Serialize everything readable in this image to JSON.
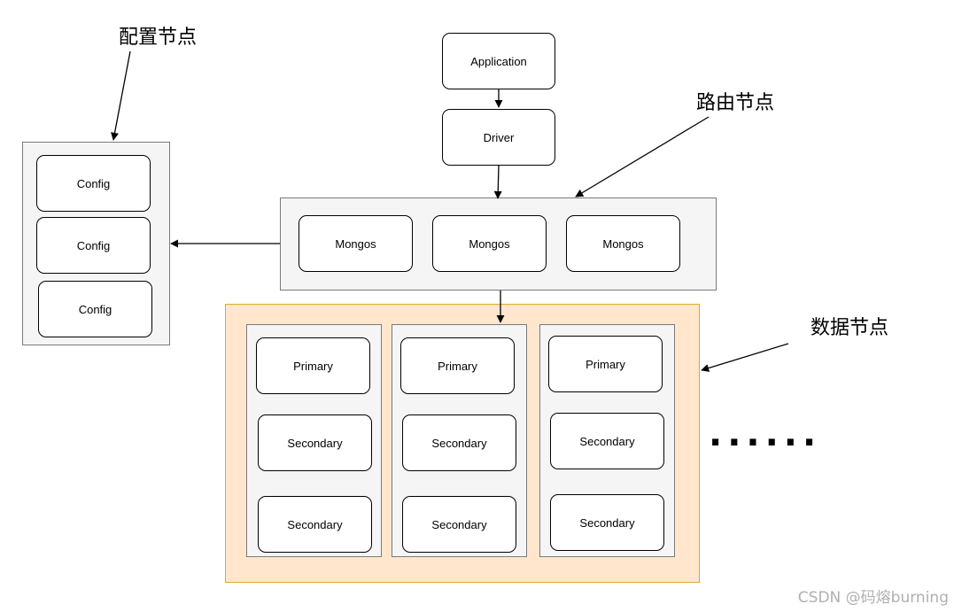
{
  "labels": {
    "config_nodes": "配置节点",
    "router_nodes": "路由节点",
    "data_nodes": "数据节点",
    "ellipsis": "......"
  },
  "application": "Application",
  "driver": "Driver",
  "mongos": [
    "Mongos",
    "Mongos",
    "Mongos"
  ],
  "config": [
    "Config",
    "Config",
    "Config"
  ],
  "shards": [
    {
      "primary": "Primary",
      "secondaries": [
        "Secondary",
        "Secondary"
      ]
    },
    {
      "primary": "Primary",
      "secondaries": [
        "Secondary",
        "Secondary"
      ]
    },
    {
      "primary": "Primary",
      "secondaries": [
        "Secondary",
        "Secondary"
      ]
    }
  ],
  "watermark": "CSDN @码熔burning",
  "colors": {
    "group_fill": "#f5f5f5",
    "group_border": "#7a7a7a",
    "data_zone_fill": "#ffe6cc",
    "data_zone_border": "#e0a82e",
    "node_fill": "#ffffff"
  }
}
